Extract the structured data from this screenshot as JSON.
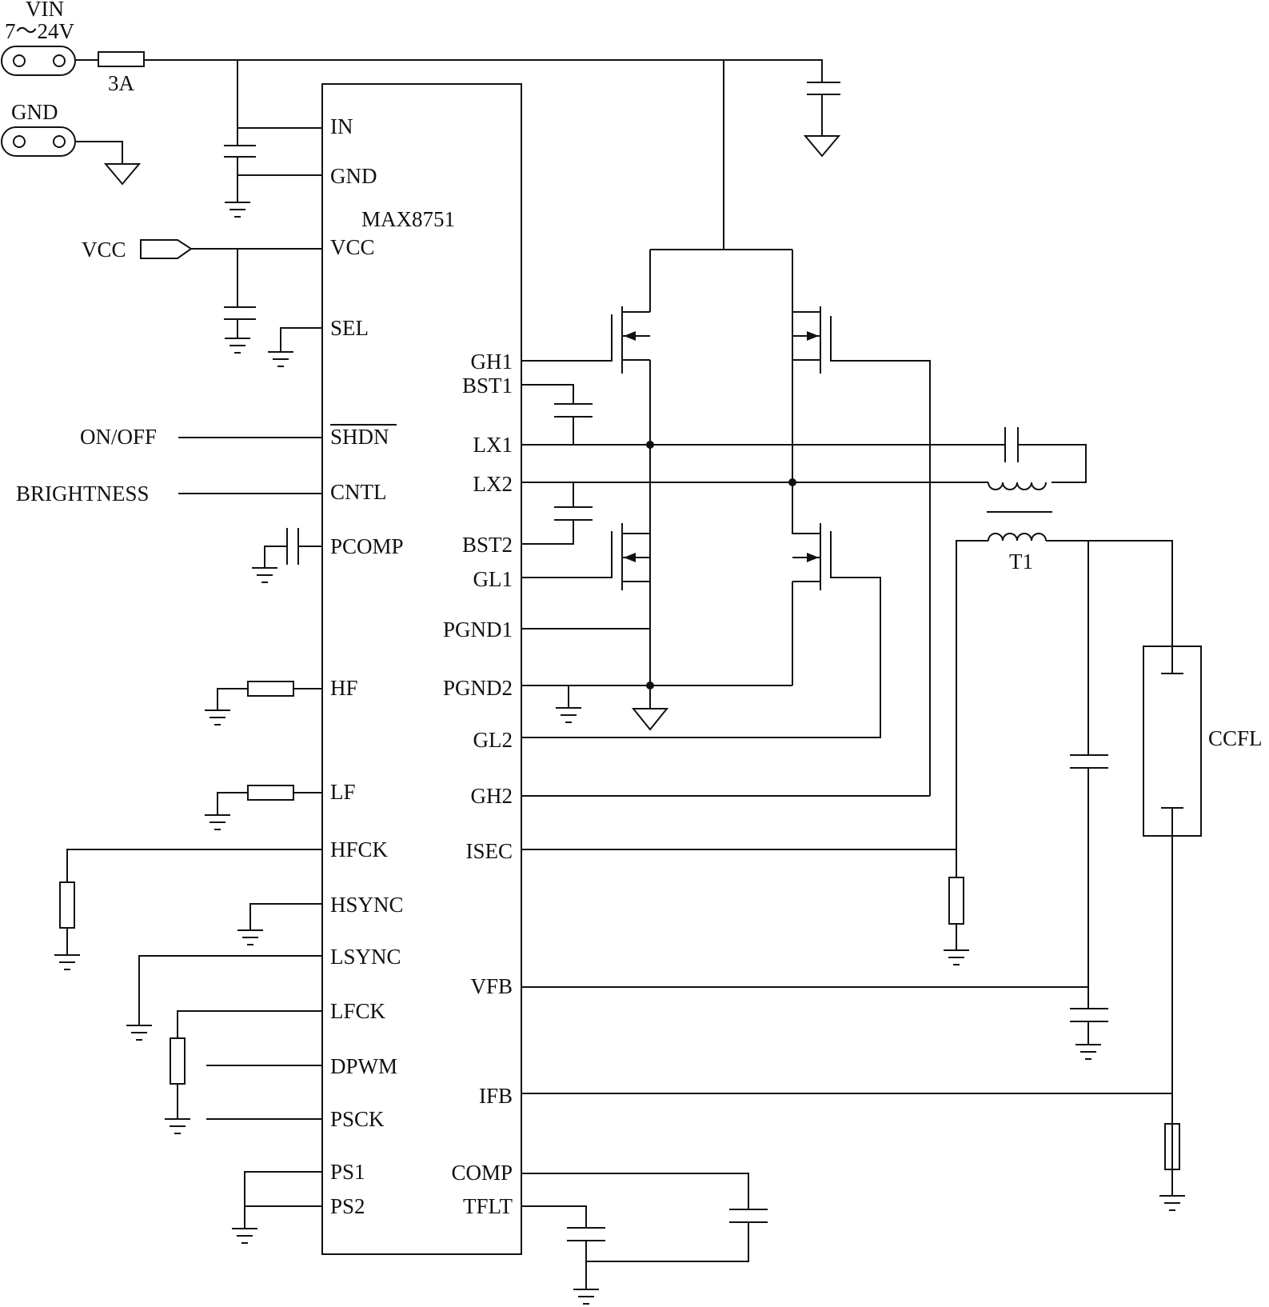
{
  "power": {
    "vin_label": "VIN",
    "vin_range": "7～24V",
    "fuse_rating": "3A",
    "gnd_label": "GND",
    "vcc_net": "VCC",
    "shutdown_net": "ON/OFF",
    "brightness_net": "BRIGHTNESS"
  },
  "ic": {
    "part_number": "MAX8751",
    "pins_left": {
      "in": "IN",
      "gnd": "GND",
      "vcc": "VCC",
      "sel": "SEL",
      "shdn": "SHDN",
      "cntl": "CNTL",
      "pcomp": "PCOMP",
      "hf": "HF",
      "lf": "LF",
      "hfck": "HFCK",
      "hsync": "HSYNC",
      "lsync": "LSYNC",
      "lfck": "LFCK",
      "dpwm": "DPWM",
      "psck": "PSCK",
      "ps1": "PS1",
      "ps2": "PS2"
    },
    "pins_right": {
      "gh1": "GH1",
      "bst1": "BST1",
      "lx1": "LX1",
      "lx2": "LX2",
      "bst2": "BST2",
      "gl1": "GL1",
      "pgnd1": "PGND1",
      "pgnd2": "PGND2",
      "gl2": "GL2",
      "gh2": "GH2",
      "isec": "ISEC",
      "vfb": "VFB",
      "ifb": "IFB",
      "comp": "COMP",
      "tflt": "TFLT"
    }
  },
  "components": {
    "transformer": "T1",
    "lamp": "CCFL"
  }
}
